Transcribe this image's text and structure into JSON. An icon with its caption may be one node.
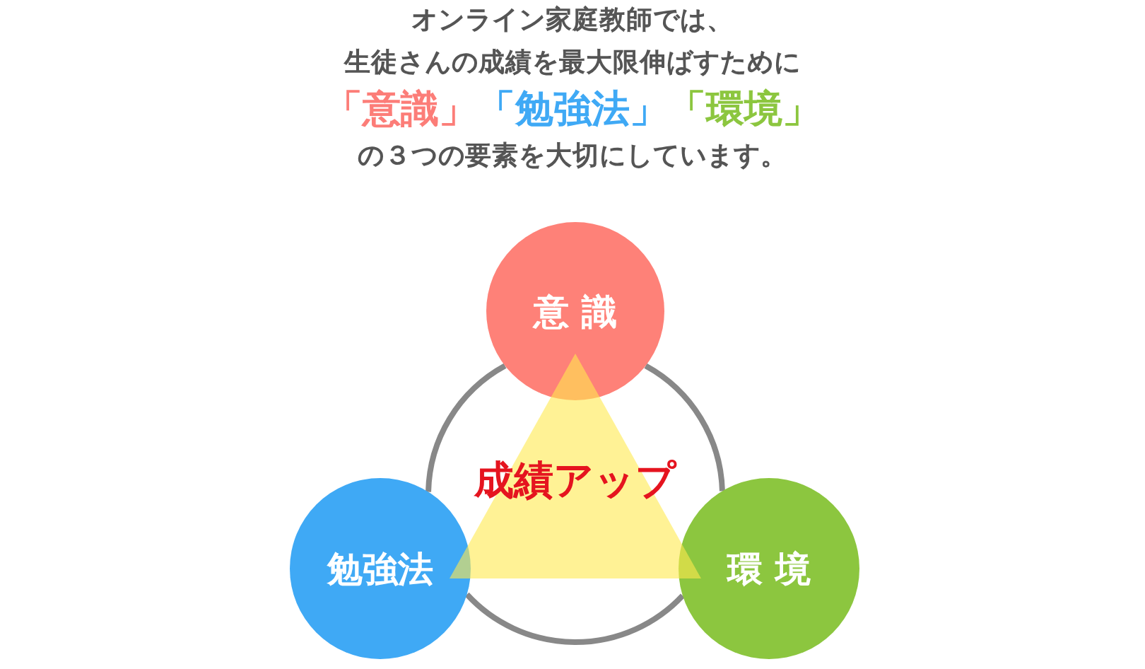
{
  "diagram": {
    "title": "オンライン家庭教師では、生徒さんの成績を最大限伸ばすために**「意識」****「勉強法」****「環境」**の３つの要素を大切にしています。",
    "nodes": [
      {
        "text": [
          "意 識"
        ]
      },
      {
        "text": [
          "成績アップ"
        ]
      },
      {
        "text": [
          "勉強法"
        ]
      },
      {
        "text": [
          "環 境"
        ]
      }
    ],
    "edges": [
      {
        "from": 0,
        "to": 2,
        "arrow": "none"
      },
      {
        "from": 0,
        "to": 3,
        "arrow": "none"
      },
      {
        "from": 2,
        "to": 3,
        "arrow": "none"
      }
    ]
  }
}
